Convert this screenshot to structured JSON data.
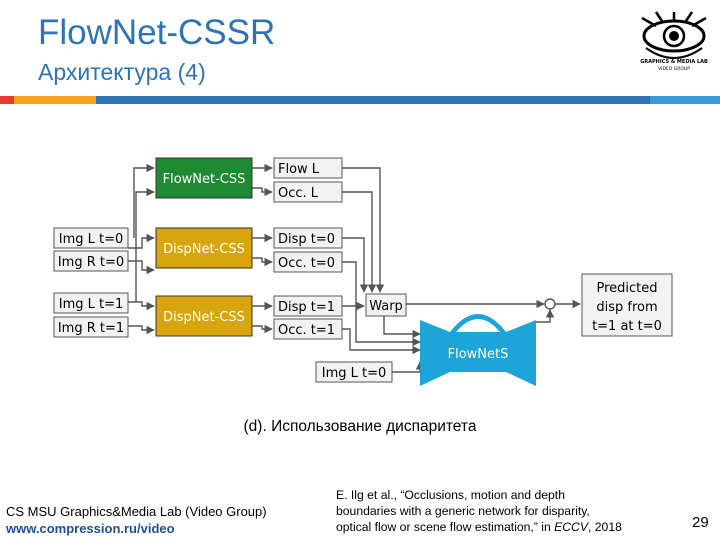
{
  "slide": {
    "title": "FlowNet-CSSR",
    "subtitle": "Архитектура (4)",
    "caption": "(d). Использование диспаритета",
    "page_number": "29"
  },
  "logo": {
    "icon": "eye-logo-icon",
    "text_line1": "GRAPHICS & MEDIA LAB",
    "text_line2": "VIDEO GROUP"
  },
  "stripe_colors": [
    "#e63b2e",
    "#f6a11a",
    "#2e74b5",
    "#3a9ad9"
  ],
  "diagram": {
    "inputs": {
      "img_l_t0_a": "Img L t=0",
      "img_r_t0": "Img R t=0",
      "img_l_t1": "Img L t=1",
      "img_r_t1": "Img R t=1",
      "img_l_t0_b": "Img L t=0"
    },
    "networks": {
      "flownet_css": "FlowNet-CSS",
      "dispnet_css_1": "DispNet-CSS",
      "dispnet_css_2": "DispNet-CSS",
      "flownets": "FlowNetS"
    },
    "outputs": {
      "flow_l": "Flow L",
      "occ_l": "Occ. L",
      "disp_t0": "Disp t=0",
      "occ_t0": "Occ. t=0",
      "disp_t1": "Disp t=1",
      "occ_t1": "Occ. t=1"
    },
    "warp": "Warp",
    "prediction": [
      "Predicted",
      "disp from",
      "t=1 at t=0"
    ],
    "colors": {
      "flownet": "#1e8b32",
      "dispnet": "#d8a50d",
      "flownets": "#1da4d8",
      "line": "#555555",
      "box_fill": "#f2f2f2"
    }
  },
  "footer": {
    "lab_name": "CS MSU Graphics&Media Lab (Video Group)",
    "url": "www.compression.ru/video"
  },
  "citation": {
    "line1": "E. Ilg et al., “Occlusions, motion and depth",
    "line2": "boundaries with a generic network for disparity,",
    "line3_pre": "optical flow or scene flow estimation,” in ",
    "line3_venue": "ECCV",
    "line3_post": ", 2018"
  }
}
